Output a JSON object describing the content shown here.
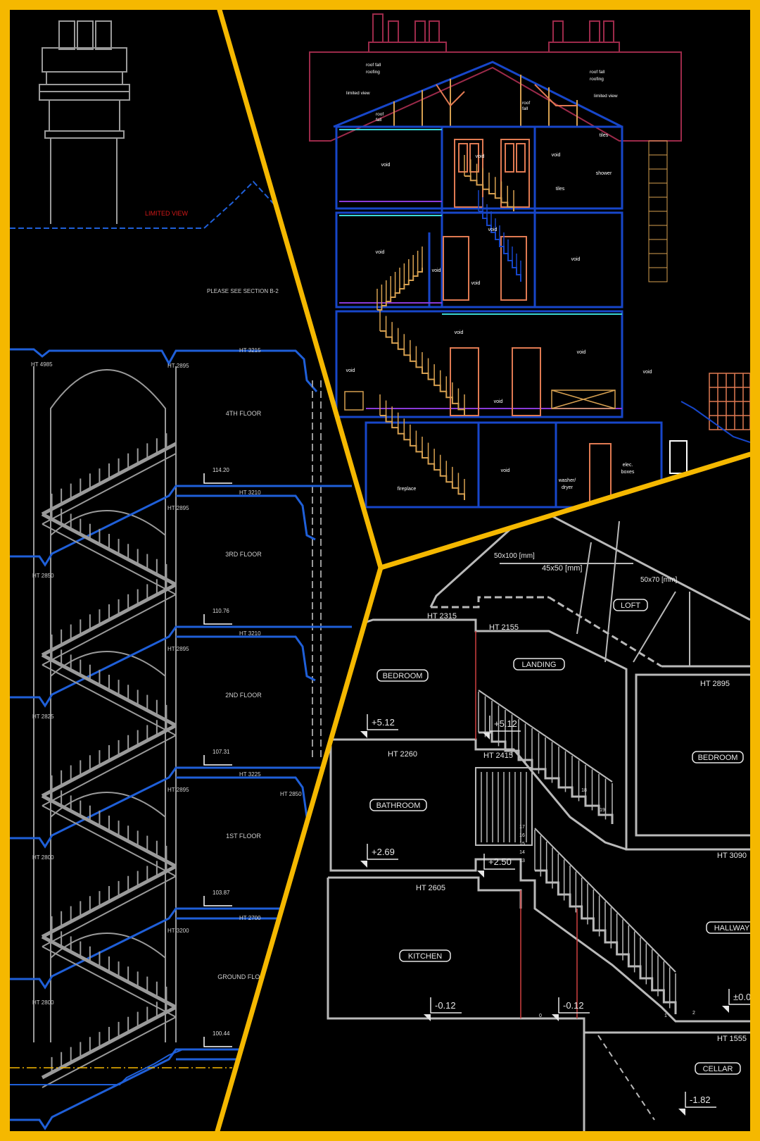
{
  "colors": {
    "frame": "#f5b800",
    "background": "#000000",
    "left_lines": "#9a9a9a",
    "left_floors": "#1f5fd8",
    "left_note": "#d01818",
    "top_outline": "#1746c9",
    "top_walls": "#d6a050",
    "top_doors": "#e07a52",
    "top_roof": "#9c2a4a",
    "bottom_lines": "#b9b9b9",
    "bottom_text": "#e6e6e6"
  },
  "left_section": {
    "limited_view": "LIMITED VIEW",
    "see_section": "PLEASE SEE SECTION B-2",
    "ht_labels": [
      "HT 4985",
      "HT 2895",
      "HT 3215",
      "HT 2850",
      "HT 2895",
      "HT 3210",
      "HT 2825",
      "HT 2895",
      "HT 3210",
      "HT 2800",
      "HT 2895",
      "HT 3225",
      "HT 2850",
      "HT 2800",
      "HT 3200",
      "HT 2700"
    ],
    "floors": [
      "4TH FLOOR",
      "3RD FLOOR",
      "2ND FLOOR",
      "1ST FLOOR",
      "GROUND FLOOR"
    ],
    "levels": [
      "114.20",
      "110.76",
      "107.31",
      "103.87",
      "100.44"
    ]
  },
  "top_section": {
    "roof_notes": [
      "roof fall",
      "roofing",
      "limited view",
      "roof fall",
      "roofing",
      "limited view",
      "roof",
      "fall",
      "roof",
      "fall"
    ],
    "void_label": "void",
    "tiles_label": "tiles",
    "shower_label": "shower",
    "fireplace_label": "fireplace",
    "elec_label": "elec.",
    "boxes_label": "boxes",
    "washer_label": "washer/",
    "dryer_label": "dryer"
  },
  "bottom_section": {
    "timbers": [
      "50x100 [mm]",
      "45x50 [mm]",
      "50x70 [mm]"
    ],
    "rooms": [
      "LOFT",
      "LANDING",
      "BEDROOM",
      "BEDROOM",
      "BATHROOM",
      "KITCHEN",
      "HALLWAY",
      "CELLAR"
    ],
    "heights": [
      "HT 2315",
      "HT 2155",
      "HT 2895",
      "HT 2260",
      "HT 2415",
      "HT 2605",
      "HT 3090",
      "HT 1555"
    ],
    "levels": [
      "+5.12",
      "+5.12",
      "+2.69",
      "+2.50",
      "-0.12",
      "-0.12",
      "±0.0",
      "-1.82"
    ],
    "step_numbers": [
      "19",
      "18",
      "17",
      "16",
      "15",
      "14",
      "13",
      "2",
      "1",
      "0"
    ]
  }
}
